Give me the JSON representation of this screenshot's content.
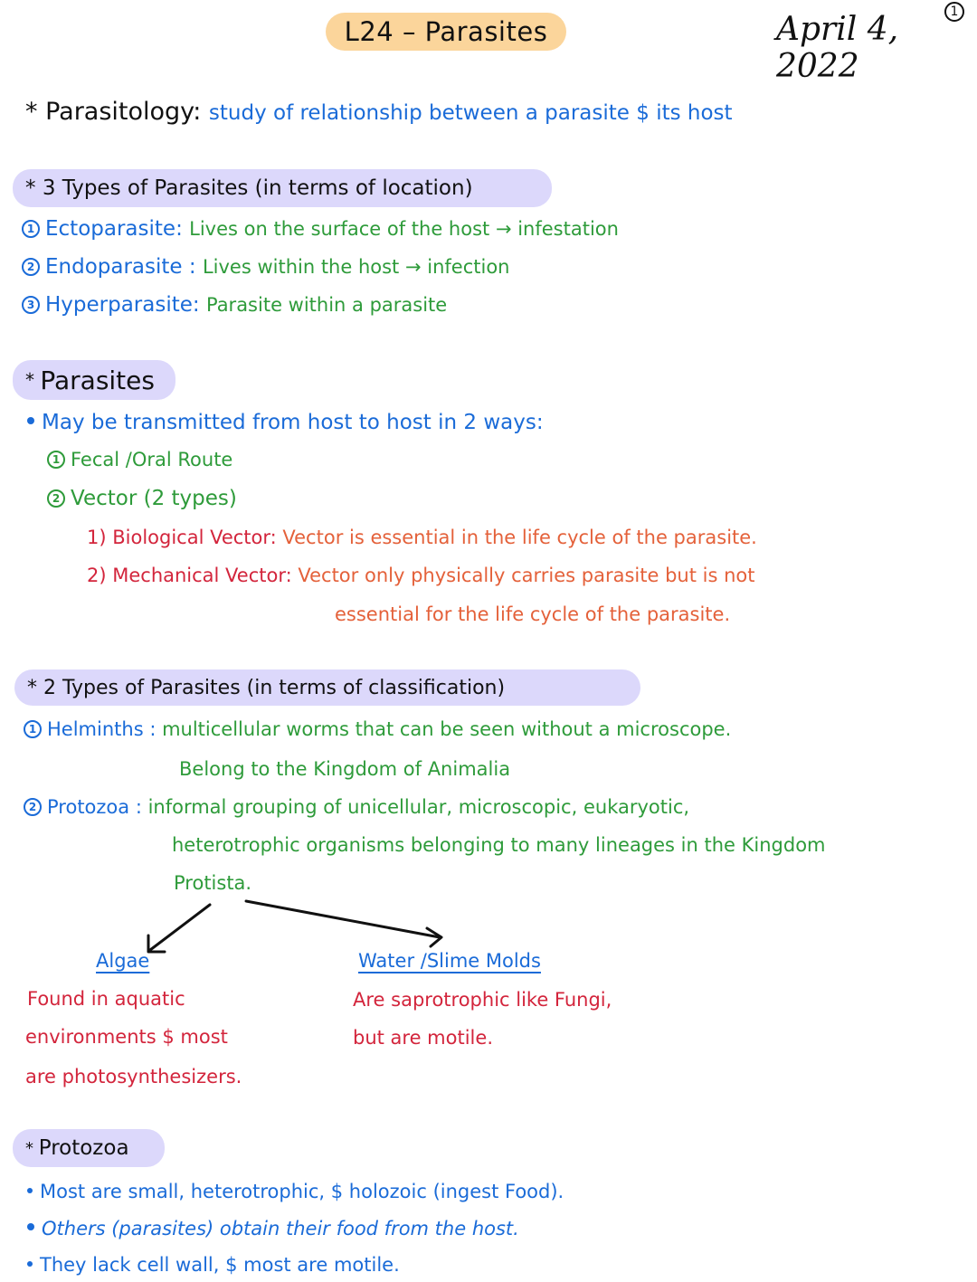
{
  "header": {
    "title": "L24 – Parasites",
    "date": "April 4, 2022",
    "page_number": "1"
  },
  "definition": {
    "term": "Parasitology",
    "text": "study of relationship between a parasite $ its host"
  },
  "location_types": {
    "heading": "3 Types of Parasites (in terms of location)",
    "items": [
      {
        "num": "1",
        "term": "Ectoparasite",
        "desc": "Lives on the surface of the host → infestation"
      },
      {
        "num": "2",
        "term": "Endoparasite",
        "desc": "Lives within the host → infection"
      },
      {
        "num": "3",
        "term": "Hyperparasite",
        "desc": "Parasite within a parasite"
      }
    ]
  },
  "parasites": {
    "heading": "Parasites",
    "bullet": "May be transmitted from host to host in 2 ways:",
    "ways": [
      {
        "num": "1",
        "label": "Fecal /Oral Route"
      },
      {
        "num": "2",
        "label": "Vector (2 types)"
      }
    ],
    "vectors": [
      {
        "label": "1) Biological Vector",
        "desc": "Vector is essential in the life cycle of the parasite."
      },
      {
        "label": "2) Mechanical Vector",
        "desc": "Vector only physically carries parasite but is not",
        "desc_cont": "essential for the life cycle of the parasite."
      }
    ]
  },
  "classification": {
    "heading": "2 Types of Parasites (in terms of classification)",
    "helminths": {
      "num": "1",
      "term": "Helminths",
      "desc": "multicellular worms that can be seen without a microscope.",
      "desc_cont": "Belong to the Kingdom of Animalia"
    },
    "protozoa": {
      "num": "2",
      "term": "Protozoa",
      "desc": "informal grouping of unicellular, microscopic, eukaryotic,",
      "desc_cont": "heterotrophic organisms belonging to many lineages in the Kingdom",
      "desc_cont2": "Protista."
    },
    "branches": [
      {
        "title": "Algae",
        "lines": [
          "Found in aquatic",
          "environments $ most",
          "are photosynthesizers."
        ]
      },
      {
        "title": "Water /Slime Molds",
        "lines": [
          "Are saprotrophic like Fungi,",
          "but are motile."
        ]
      }
    ]
  },
  "protozoa_section": {
    "heading": "Protozoa",
    "bullets": [
      "Most are small, heterotrophic, $ holozoic (ingest Food).",
      "Others (parasites) obtain their food from the host.",
      "They lack cell wall, $ most are motile."
    ]
  },
  "colors": {
    "title_pill": "#fbd59b",
    "heading_pill": "#dcd8fb",
    "blue": "#1a6bd8",
    "green": "#2e9b3a",
    "red": "#d3253c",
    "orange": "#e4613a"
  }
}
